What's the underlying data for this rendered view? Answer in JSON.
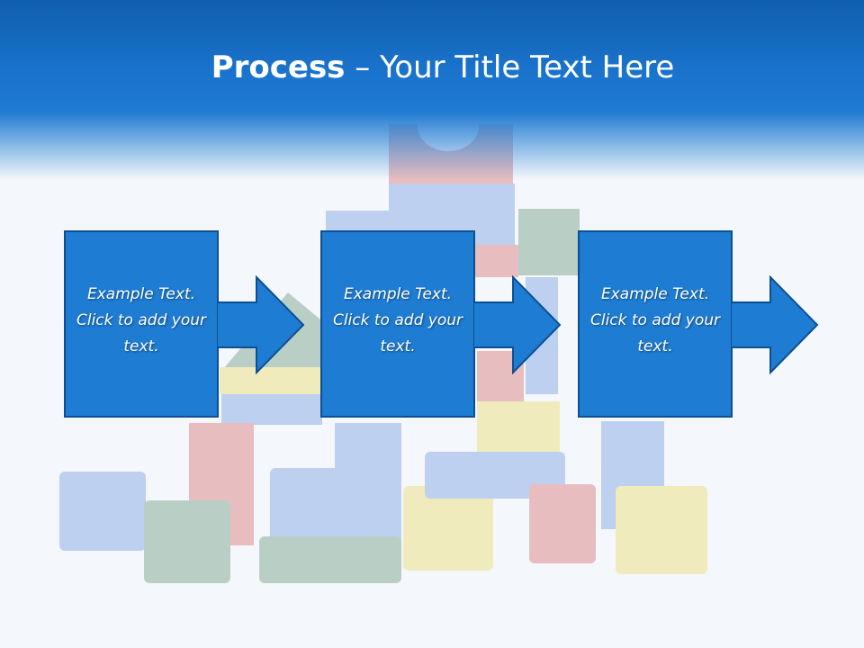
{
  "slide": {
    "title_bold": "Process",
    "title_rest": " – Your Title Text Here"
  },
  "steps": [
    {
      "text": "Example Text. Click  to add your text."
    },
    {
      "text": "Example Text. Click  to add your text."
    },
    {
      "text": "Example Text. Click  to add your text."
    }
  ],
  "colors": {
    "header_top": "#0f5fae",
    "header_mid": "#1f7bd2",
    "box_fill": "#1e7cd2",
    "box_border": "#0d4f93"
  }
}
